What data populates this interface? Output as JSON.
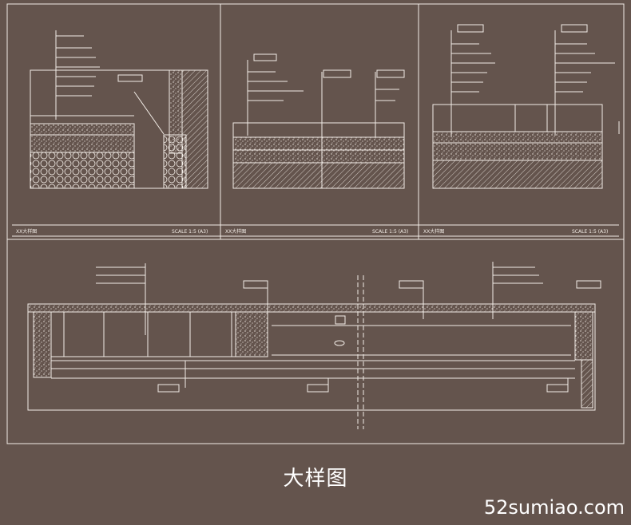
{
  "caption": "大样图",
  "watermark": "52sumiao.com",
  "colors": {
    "background": "#64544d",
    "line": "#f2ece6",
    "text": "#ffffff"
  },
  "panels": [
    {
      "title": "XX大样图",
      "scale": "SCALE 1:5 (A3)"
    },
    {
      "title": "XX大样图",
      "scale": "SCALE 1:5 (A3)"
    },
    {
      "title": "XX大样图",
      "scale": "SCALE 1:5 (A3)"
    }
  ]
}
